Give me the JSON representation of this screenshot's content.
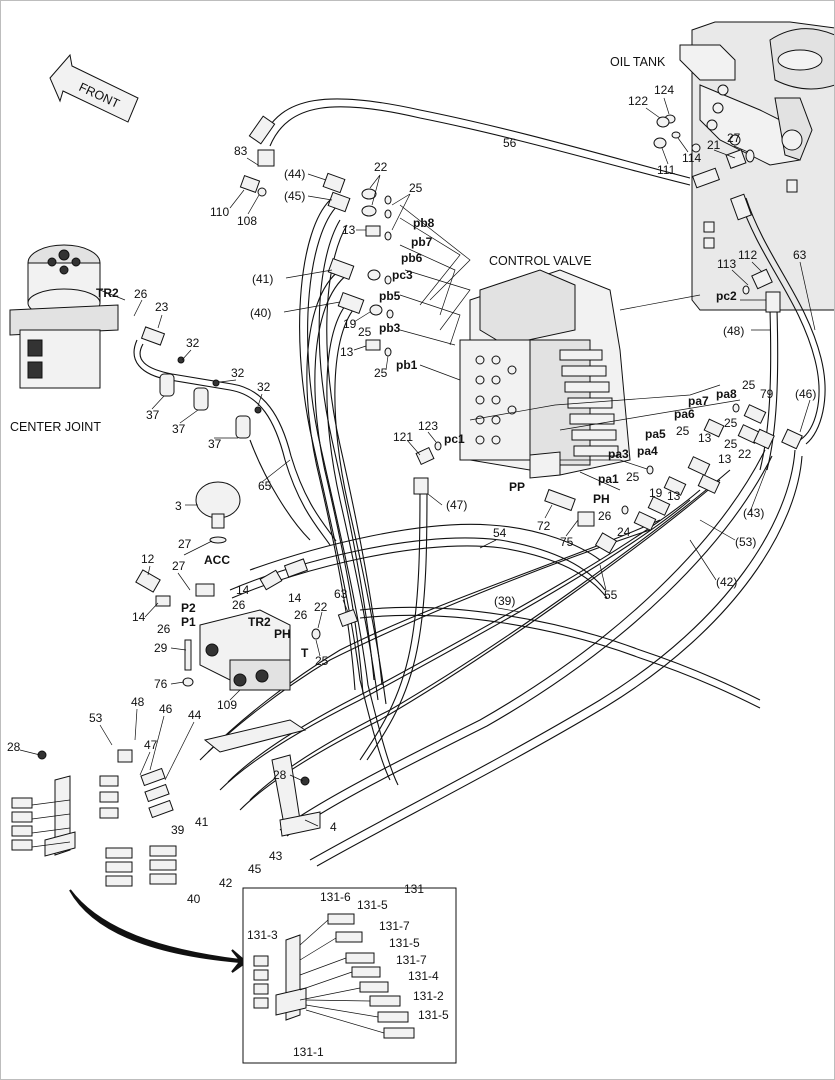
{
  "labels": {
    "front": "FRONT",
    "oil_tank": "OIL TANK",
    "center_joint": "CENTER JOINT",
    "control_valve": "CONTROL VALVE",
    "acc": "ACC",
    "tr2_center": "TR2",
    "tr2_block": "TR2",
    "p1": "P1",
    "p2": "P2",
    "ph_block": "PH",
    "t_block": "T",
    "pp": "PP",
    "ph_valve": "PH",
    "pb8": "pb8",
    "pb7": "pb7",
    "pb6": "pb6",
    "pc3": "pc3",
    "pb5": "pb5",
    "pb3": "pb3",
    "pb1": "pb1",
    "pc1": "pc1",
    "pc2": "pc2",
    "pa8": "pa8",
    "pa7": "pa7",
    "pa6": "pa6",
    "pa5": "pa5",
    "pa4": "pa4",
    "pa3": "pa3",
    "pa1": "pa1"
  },
  "callouts": {
    "c124": "124",
    "c122": "122",
    "c114": "114",
    "c111": "111",
    "c21": "21",
    "c27_tank": "27",
    "c56": "56",
    "c83": "83",
    "c110": "110",
    "c108": "108",
    "c44p": "(44)",
    "c45p": "(45)",
    "c22_top": "22",
    "c25_top": "25",
    "c13_top": "13",
    "c41p": "(41)",
    "c40p": "(40)",
    "c19_mid": "19",
    "c25_mid": "25",
    "c13_mid": "13",
    "c25_pb1": "25",
    "c26_cj": "26",
    "c23": "23",
    "c32a": "32",
    "c32b": "32",
    "c32c": "32",
    "c37a": "37",
    "c37b": "37",
    "c37c": "37",
    "c113": "113",
    "c112": "112",
    "c63_right": "63",
    "c48p": "(48)",
    "c25_pa8": "25",
    "c79": "79",
    "c46p": "(46)",
    "c25_pa5": "25",
    "c13_pa5": "13",
    "c25_pa4b": "25",
    "c22_pa4": "22",
    "c13_pa4": "13",
    "c25_pa3": "25",
    "c19_pa1": "19",
    "c13_pa1": "13",
    "c121": "121",
    "c123": "123",
    "c47p": "(47)",
    "c3": "3",
    "c65": "65",
    "c72": "72",
    "c75": "75",
    "c26_ph": "26",
    "c24": "24",
    "c43p": "(43)",
    "c53p": "(53)",
    "c42p": "(42)",
    "c27_acc": "27",
    "c54": "54",
    "c12": "12",
    "c27_blk": "27",
    "c14a": "14",
    "c14b": "14",
    "c26a": "26",
    "c26b": "26",
    "c26c": "26",
    "c55": "55",
    "c39p": "(39)",
    "c22_blk": "22",
    "c63_blk": "63",
    "c25_blk": "25",
    "c29": "29",
    "c76": "76",
    "c109": "109",
    "c48": "48",
    "c53": "53",
    "c46": "46",
    "c44": "44",
    "c47": "47",
    "c28a": "28",
    "c28b": "28",
    "c4": "4",
    "c39": "39",
    "c41": "41",
    "c43": "43",
    "c45": "45",
    "c42": "42",
    "c40": "40",
    "c131": "131",
    "c131_6": "131-6",
    "c131_5a": "131-5",
    "c131_3": "131-3",
    "c131_7a": "131-7",
    "c131_5b": "131-5",
    "c131_7b": "131-7",
    "c131_4": "131-4",
    "c131_2": "131-2",
    "c131_5c": "131-5",
    "c131_1": "131-1"
  },
  "colors": {
    "line": "#111111",
    "fill_light": "#f2f2f2",
    "fill_mid": "#e2e2e2",
    "background": "#ffffff"
  }
}
